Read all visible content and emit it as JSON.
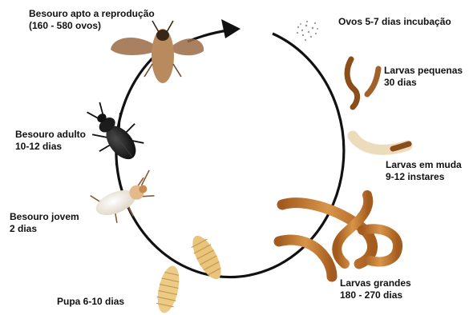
{
  "stages": {
    "adult_breeding": {
      "line1": "Besouro apto a reprodução",
      "line2": "(160 - 580 ovos)"
    },
    "eggs": {
      "line1": "Ovos 5-7 dias incubação"
    },
    "small_larvae": {
      "line1": "Larvas pequenas",
      "line2": "30 dias"
    },
    "molting_larvae": {
      "line1": "Larvas em muda",
      "line2": "9-12 instares"
    },
    "large_larvae": {
      "line1": "Larvas grandes",
      "line2": "180 - 270 dias"
    },
    "pupa": {
      "line1": "Pupa 6-10 dias"
    },
    "young_beetle": {
      "line1": "Besouro jovem",
      "line2": "2 dias"
    },
    "adult_beetle": {
      "line1": "Besouro adulto",
      "line2": "10-12 dias"
    }
  },
  "colors": {
    "cycle": "#111111",
    "larva": "#c07a2e",
    "larva_dark": "#7a4512",
    "pupa": "#e6c27a",
    "beetle_black": "#161616",
    "beetle_light": "#f0ebe0",
    "beetle_brown": "#8a5a32"
  },
  "icons": [
    "cycle-arrow-icon",
    "egg-cluster-icon",
    "flying-beetle-icon",
    "black-beetle-icon",
    "pale-beetle-icon",
    "pupa-icon",
    "larva-icon"
  ]
}
